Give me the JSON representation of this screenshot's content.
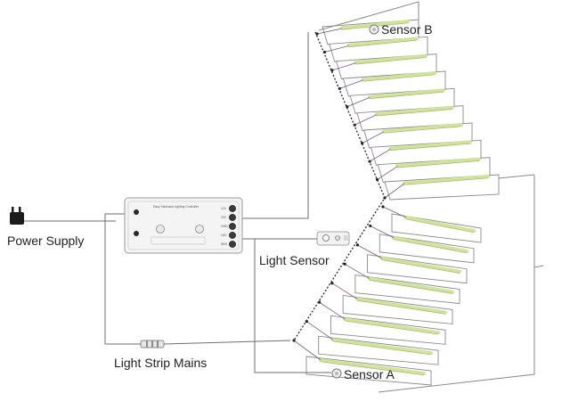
{
  "labels": {
    "power_supply": "Power Supply",
    "light_sensor": "Light Sensor",
    "light_strip_mains": "Light Strip Mains",
    "sensor_a": "Sensor A",
    "sensor_b": "Sensor B"
  },
  "controller": {
    "title": "Easy Staircase Lighting Controller",
    "port_labels": [
      "12V",
      "24V",
      "GND",
      "LED",
      "SEN"
    ]
  },
  "icons": [
    "power-adapter-icon",
    "light-sensor-icon",
    "motion-sensor-icon",
    "connector-icon",
    "led-strip-icon"
  ],
  "colors": {
    "wire": "#6e6e6e",
    "stair_line": "#8a8a8a",
    "led_strip": "#cfe39a",
    "led_strip_edge": "#9fb86a",
    "controller_body": "#f4f4f4"
  }
}
